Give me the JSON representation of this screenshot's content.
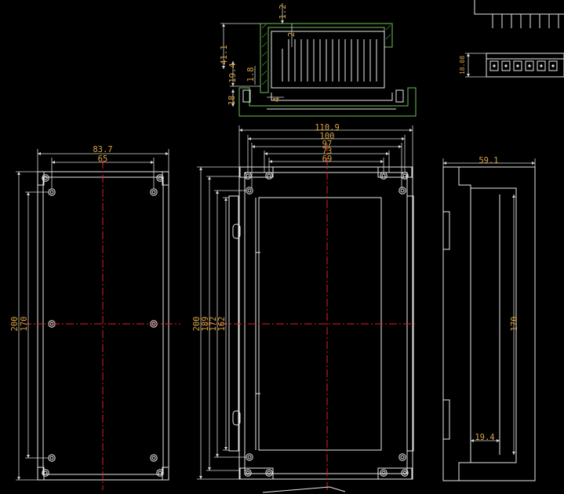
{
  "colors": {
    "dimension": "#d9a441",
    "outline": "#e8e8e8",
    "centerline": "#e02020",
    "section_hatch": "#6fc05c",
    "background": "#000000"
  },
  "left_view": {
    "width_outer": "83.7",
    "width_inner": "65",
    "height_outer": "200",
    "height_inner": "170"
  },
  "front_view": {
    "w1": "110.9",
    "w2": "100",
    "w3": "97",
    "w4": "73",
    "w5": "69",
    "h1": "200",
    "h2": "189",
    "h3": "172",
    "h4": "162"
  },
  "side_view": {
    "depth": "59.1",
    "height": "170",
    "foot": "19.4"
  },
  "section_view": {
    "d1": "1.2",
    "d2": "2",
    "d3": "41.1",
    "d4": "19.4",
    "d5": "1.8",
    "d6": "18",
    "d7": "4"
  },
  "terminal_view": {
    "height": "18.08"
  }
}
